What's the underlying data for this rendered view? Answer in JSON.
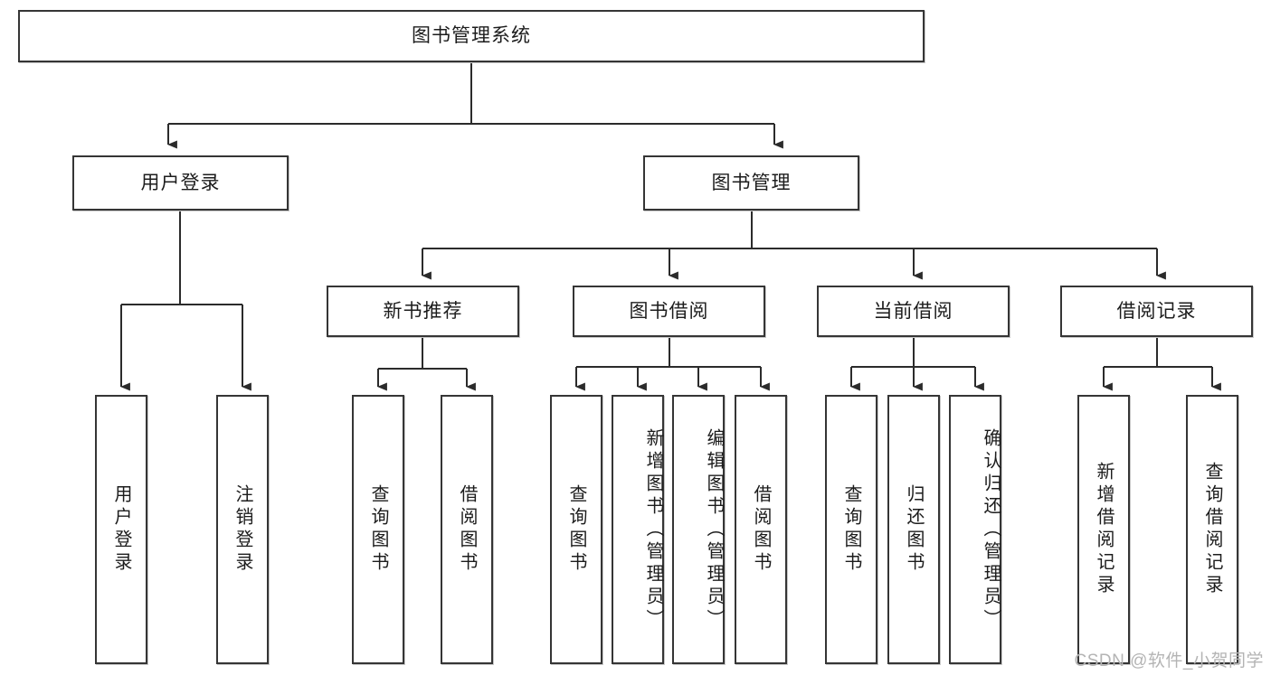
{
  "diagram": {
    "title": "图书管理系统",
    "type": "tree-structure-chart",
    "watermark": "CSDN @软件_小贺同学",
    "colors": {
      "node_border": "#353535",
      "node_fill": "#ffffff",
      "connector": "#2b2b2b",
      "text": "#1c1c1c",
      "watermark": "#b4b4b4",
      "background": "#ffffff"
    },
    "levels": {
      "root": {
        "label": "图书管理系统"
      },
      "level1": [
        {
          "id": "user-login",
          "label": "用户登录"
        },
        {
          "id": "book-manage",
          "label": "图书管理"
        }
      ],
      "level2": [
        {
          "id": "new-book-recommend",
          "label": "新书推荐",
          "parent": "book-manage"
        },
        {
          "id": "book-borrow",
          "label": "图书借阅",
          "parent": "book-manage"
        },
        {
          "id": "current-borrow",
          "label": "当前借阅",
          "parent": "book-manage"
        },
        {
          "id": "borrow-record",
          "label": "借阅记录",
          "parent": "book-manage"
        }
      ],
      "leaves": [
        {
          "id": "leaf-user-login",
          "label": "用户登录",
          "parent": "user-login"
        },
        {
          "id": "leaf-logout",
          "label": "注销登录",
          "parent": "user-login"
        },
        {
          "id": "leaf-query-book-1",
          "label": "查询图书",
          "parent": "new-book-recommend"
        },
        {
          "id": "leaf-borrow-book-1",
          "label": "借阅图书",
          "parent": "new-book-recommend"
        },
        {
          "id": "leaf-query-book-2",
          "label": "查询图书",
          "parent": "book-borrow"
        },
        {
          "id": "leaf-add-book",
          "label": "新增图书（管理员）",
          "parent": "book-borrow"
        },
        {
          "id": "leaf-edit-book",
          "label": "编辑图书（管理员）",
          "parent": "book-borrow"
        },
        {
          "id": "leaf-borrow-book-2",
          "label": "借阅图书",
          "parent": "book-borrow"
        },
        {
          "id": "leaf-query-book-3",
          "label": "查询图书",
          "parent": "current-borrow"
        },
        {
          "id": "leaf-return-book",
          "label": "归还图书",
          "parent": "current-borrow"
        },
        {
          "id": "leaf-confirm-return",
          "label": "确认归还（管理员）",
          "parent": "current-borrow"
        },
        {
          "id": "leaf-add-record",
          "label": "新增借阅记录",
          "parent": "borrow-record"
        },
        {
          "id": "leaf-query-record",
          "label": "查询借阅记录",
          "parent": "borrow-record"
        }
      ]
    }
  }
}
